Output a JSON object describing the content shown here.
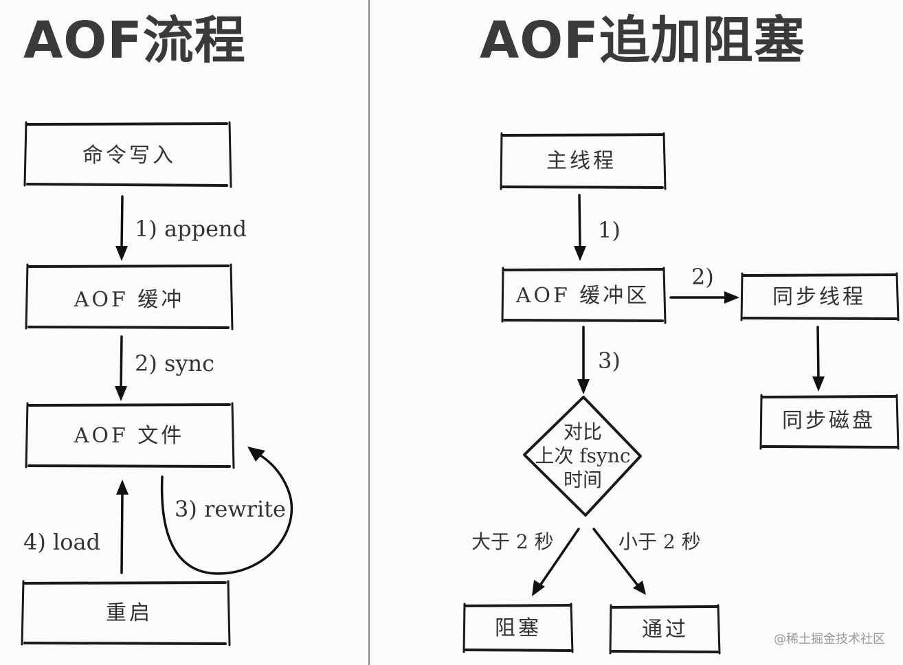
{
  "left": {
    "title": "AOF流程",
    "nodes": {
      "command_write": "命令写入",
      "aof_buffer": "AOF 缓冲",
      "aof_file": "AOF 文件",
      "restart": "重启"
    },
    "edges": {
      "append": "1) append",
      "sync": "2) sync",
      "rewrite": "3) rewrite",
      "load": "4) load"
    }
  },
  "right": {
    "title": "AOF追加阻塞",
    "nodes": {
      "main_thread": "主线程",
      "aof_buffer_area": "AOF 缓冲区",
      "sync_thread": "同步线程",
      "sync_disk": "同步磁盘",
      "decision_line1": "对比",
      "decision_line2": "上次 fsync",
      "decision_line3": "时间",
      "block": "阻塞",
      "pass": "通过"
    },
    "edges": {
      "step1": "1)",
      "step2": "2)",
      "step3": "3)",
      "greater": "大于 2 秒",
      "less": "小于 2 秒"
    }
  },
  "watermark": "@稀土掘金技术社区"
}
